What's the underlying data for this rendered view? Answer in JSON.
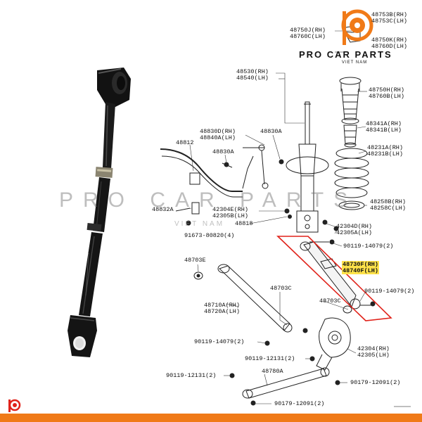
{
  "brand": {
    "name": "PRO CAR PARTS",
    "sub": "VIET NAM",
    "watermark": "PRO CAR PARTS",
    "watermark_sub": "VIET NAM",
    "accent_color": "#f07a18",
    "logo_icon": "procarparts-logo-icon"
  },
  "diagram": {
    "part_numbers": {
      "p48753B": "48753B(RH)",
      "p48753C": "48753C(LH)",
      "p48750J": "48750J(RH)",
      "p48760C": "48760C(LH)",
      "p48750K": "48750K(RH)",
      "p48760D": "48760D(LH)",
      "p48530": "48530(RH)",
      "p48540": "48540(LH)",
      "p48750H": "48750H(RH)",
      "p48760B": "48760B(LH)",
      "p48341A": "48341A(RH)",
      "p48341B": "48341B(LH)",
      "p48830D": "48830D(RH)",
      "p48840A": "48840A(LH)",
      "p48830A_1": "48830A",
      "p48812": "48812",
      "p48830A_2": "48830A",
      "p48231A": "48231A(RH)",
      "p48231B": "48231B(LH)",
      "p48258B": "48258B(RH)",
      "p48258C": "48258C(LH)",
      "p48832A": "48832A",
      "p42304E": "42304E(RH)",
      "p42305B": "42305B(LH)",
      "p48818": "48818",
      "p42304D": "42304D(RH)",
      "p42305A": "42305A(LH)",
      "p91673": "91673-80820(4)",
      "p90119_top": "90119-14079(2)",
      "p48703E": "48703E",
      "p48730F": "48730F(RH)",
      "p48740F": "48740F(LH)",
      "p48703C_1": "48703C",
      "p90119_right": "90119-14079(2)",
      "p48703C_2": "48703C",
      "p48710A": "48710A(RH)",
      "p48720A": "48720A(LH)",
      "p42304": "42304(RH)",
      "p42305": "42305(LH)",
      "p90119_left": "90119-14079(2)",
      "p90119_12131_mid": "90119-12131(2)",
      "p48780A": "48780A",
      "p90119_12131_low": "90119-12131(2)",
      "p90179_12091_right": "90179-12091(2)",
      "p90179_12091_low": "90179-12091(2)"
    },
    "highlight_color": "#ffe24a",
    "box_color": "#e0221a"
  }
}
